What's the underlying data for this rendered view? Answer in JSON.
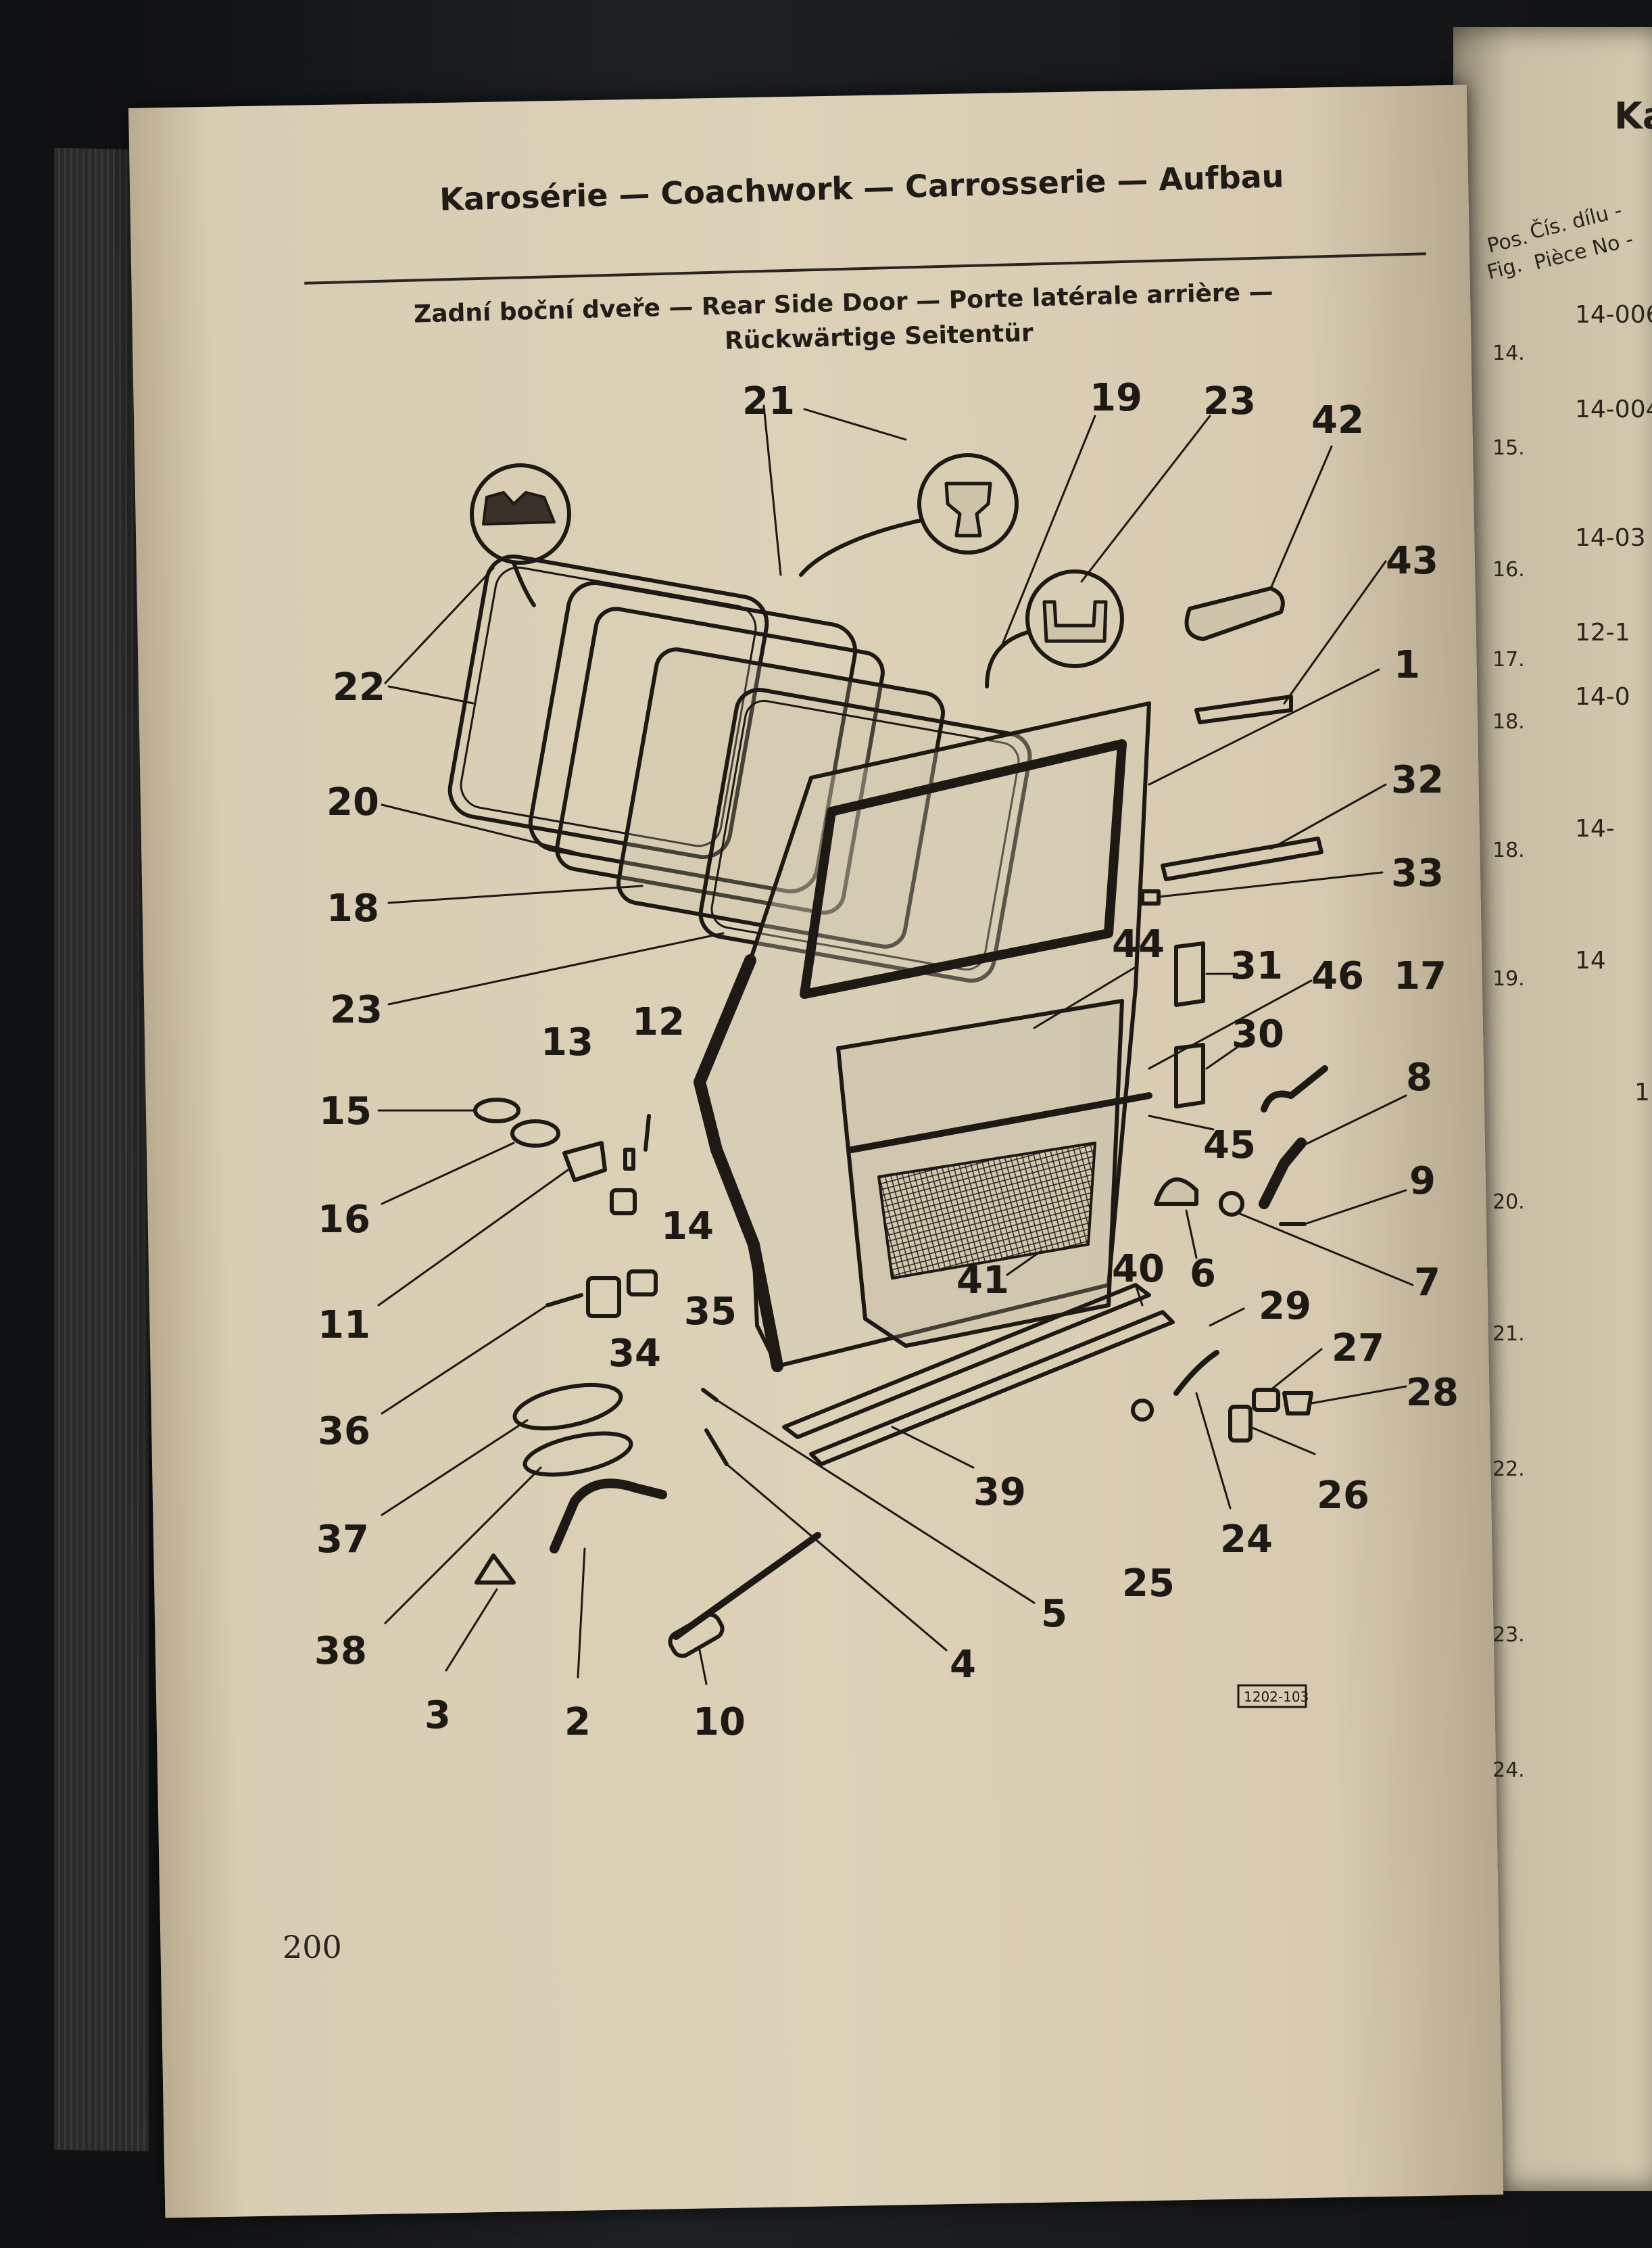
{
  "header": {
    "title_cz": "Karosérie",
    "title_en": "Coachwork",
    "title_fr": "Carrosserie",
    "title_de": "Aufbau",
    "dash": "—"
  },
  "subheader": {
    "cz": "Zadní boční dveře",
    "en": "Rear Side Door",
    "fr": "Porte latérale arrière",
    "de": "Rückwärtige Seitentür",
    "dash": "—"
  },
  "callouts": {
    "c1": "1",
    "c2": "2",
    "c3": "3",
    "c4": "4",
    "c5": "5",
    "c6": "6",
    "c7": "7",
    "c8": "8",
    "c9": "9",
    "c10": "10",
    "c11": "11",
    "c12": "12",
    "c13": "13",
    "c14": "14",
    "c15": "15",
    "c16": "16",
    "c17": "17",
    "c18": "18",
    "c19": "19",
    "c20": "20",
    "c21": "21",
    "c22": "22",
    "c23a": "23",
    "c23b": "23",
    "c24": "24",
    "c25": "25",
    "c26": "26",
    "c27": "27",
    "c28": "28",
    "c29": "29",
    "c30": "30",
    "c31": "31",
    "c32": "32",
    "c33": "33",
    "c34": "34",
    "c35": "35",
    "c36": "36",
    "c37": "37",
    "c38": "38",
    "c39": "39",
    "c40": "40",
    "c41": "41",
    "c42": "42",
    "c43": "43",
    "c44": "44",
    "c45": "45",
    "c46": "46"
  },
  "drawing_code": "1202-103",
  "page_number": "200",
  "right_page": {
    "header_fragment": "Ka",
    "col_pos": "Pos.",
    "col_fig": "Fig.",
    "col_cis": "Čís. dílu -",
    "col_piece": "Pièce No -",
    "rows": [
      {
        "pos": "14.",
        "part": "14-006"
      },
      {
        "pos": "15.",
        "part": "14-004"
      },
      {
        "pos": "16.",
        "part": "14-03"
      },
      {
        "pos": "17.",
        "part": "12-1"
      },
      {
        "pos": "18.",
        "part": "14-0"
      },
      {
        "pos": "18.",
        "part": "14-"
      },
      {
        "pos": "19.",
        "part": "14"
      },
      {
        "pos": "",
        "part": "1"
      },
      {
        "pos": "20.",
        "part": ""
      },
      {
        "pos": "21.",
        "part": ""
      },
      {
        "pos": "22.",
        "part": ""
      },
      {
        "pos": "23.",
        "part": ""
      },
      {
        "pos": "24.",
        "part": ""
      }
    ]
  }
}
